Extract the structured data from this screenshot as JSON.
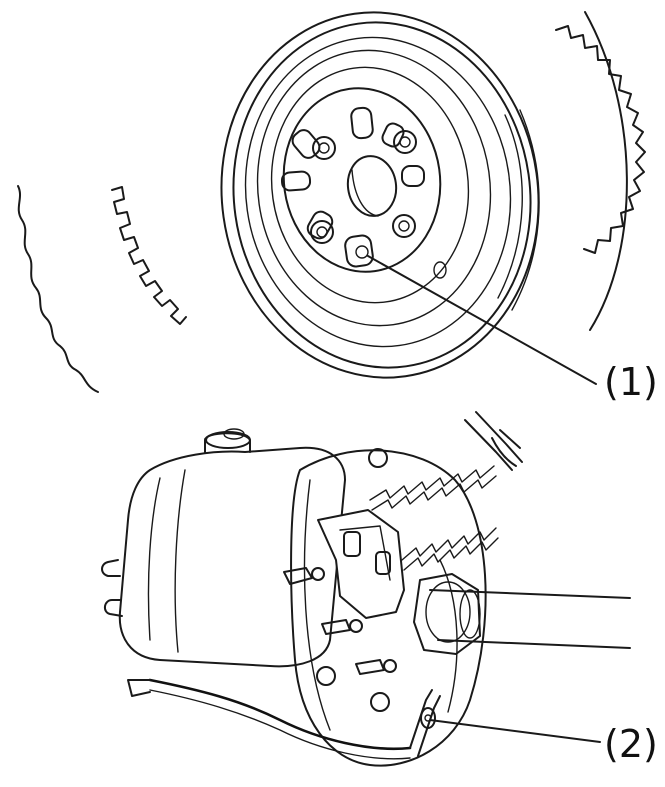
{
  "callouts": [
    {
      "id": "1",
      "label": "(1)"
    },
    {
      "id": "2",
      "label": "(2)"
    }
  ],
  "colors": {
    "line": "#1a1a1a",
    "background": "#ffffff"
  }
}
